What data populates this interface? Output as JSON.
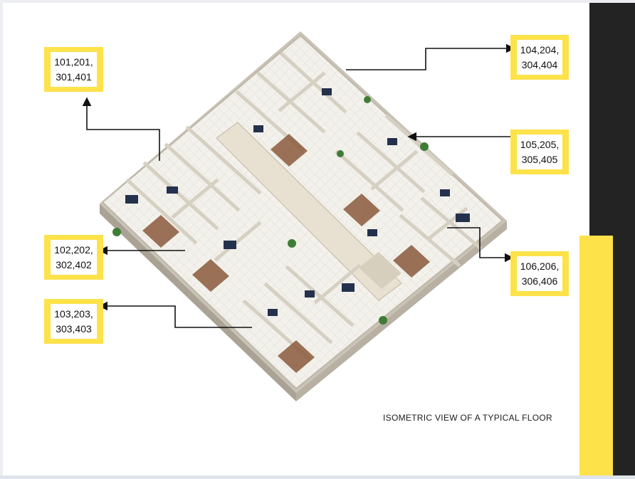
{
  "units": [
    {
      "id": "top-left",
      "text": "101,201,\n301,401"
    },
    {
      "id": "top-right",
      "text": "104,204,\n304,404"
    },
    {
      "id": "mid-right",
      "text": "105,205,\n305,405"
    },
    {
      "id": "mid-left",
      "text": "102,202,\n302,402"
    },
    {
      "id": "lower-right",
      "text": "106,206,\n306,406"
    },
    {
      "id": "lower-left",
      "text": "103,203,\n303,403"
    }
  ],
  "caption": "ISOMETRIC VIEW OF A TYPICAL FLOOR",
  "colors": {
    "accent_yellow": "#fde24a",
    "dark_band": "#232323",
    "wall": "#d9d4c8",
    "floor": "#f1efe9",
    "wood": "#8a5a3c",
    "corridor": "#e8e1d2",
    "arrow": "#111111"
  }
}
